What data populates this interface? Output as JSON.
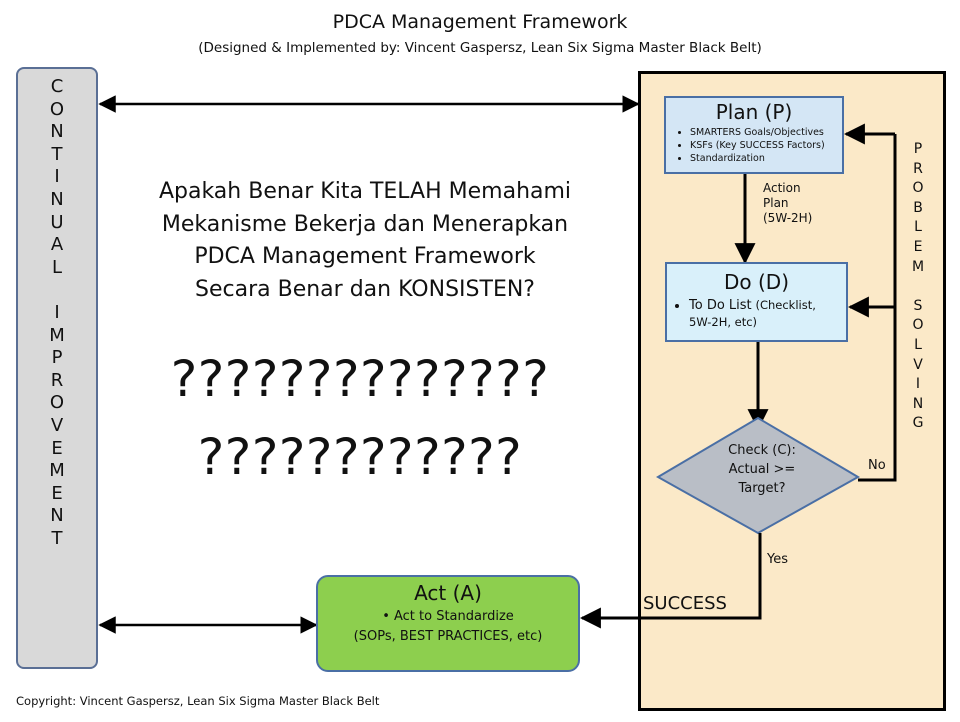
{
  "header": {
    "title": "PDCA Management Framework",
    "subtitle": "(Designed & Implemented by: Vincent Gaspersz, Lean Six Sigma Master Black Belt)"
  },
  "continual_improvement": {
    "letters": [
      "C",
      "O",
      "N",
      "T",
      "I",
      "N",
      "U",
      "A",
      "L",
      "",
      "I",
      "M",
      "P",
      "R",
      "O",
      "V",
      "E",
      "M",
      "E",
      "N",
      "T"
    ]
  },
  "question": {
    "lines": [
      "Apakah Benar Kita TELAH Memahami",
      "Mekanisme Bekerja dan Menerapkan",
      "PDCA Management Framework",
      "Secara Benar dan KONSISTEN?"
    ],
    "marks_line1": "??????????????",
    "marks_line2": "????????????"
  },
  "plan": {
    "title": "Plan (P)",
    "items": [
      "SMARTERS Goals/Objectives",
      "KSFs (Key SUCCESS Factors)",
      "Standardization"
    ]
  },
  "action_plan_label": [
    "Action",
    "Plan",
    "(5W-2H)"
  ],
  "do": {
    "title": "Do (D)",
    "item_main": "To Do List",
    "item_detail": "(Checklist,",
    "item_detail2": "5W-2H, etc)"
  },
  "check": {
    "lines": [
      "Check (C):",
      "Actual >=",
      "Target?"
    ],
    "no_label": "No",
    "yes_label": "Yes"
  },
  "problem_solving": {
    "letters": [
      "P",
      "R",
      "O",
      "B",
      "L",
      "E",
      "M",
      "",
      "S",
      "O",
      "L",
      "V",
      "I",
      "N",
      "G"
    ]
  },
  "success_label": "SUCCESS",
  "act": {
    "title": "Act (A)",
    "item1": "•  Act to Standardize",
    "item2": "(SOPs, BEST PRACTICES, etc)"
  },
  "footer": {
    "copyright": "Copyright: Vincent Gaspersz, Lean Six Sigma Master Black Belt"
  },
  "colors": {
    "panel_bg": "#fbe9c8",
    "plan_bg": "#d4e6f5",
    "do_bg": "#d9f0fa",
    "act_bg": "#8dcf4e",
    "check_bg": "#b9bec6",
    "bar_bg": "#d9d9d9",
    "border_blue": "#4a6fa5"
  }
}
